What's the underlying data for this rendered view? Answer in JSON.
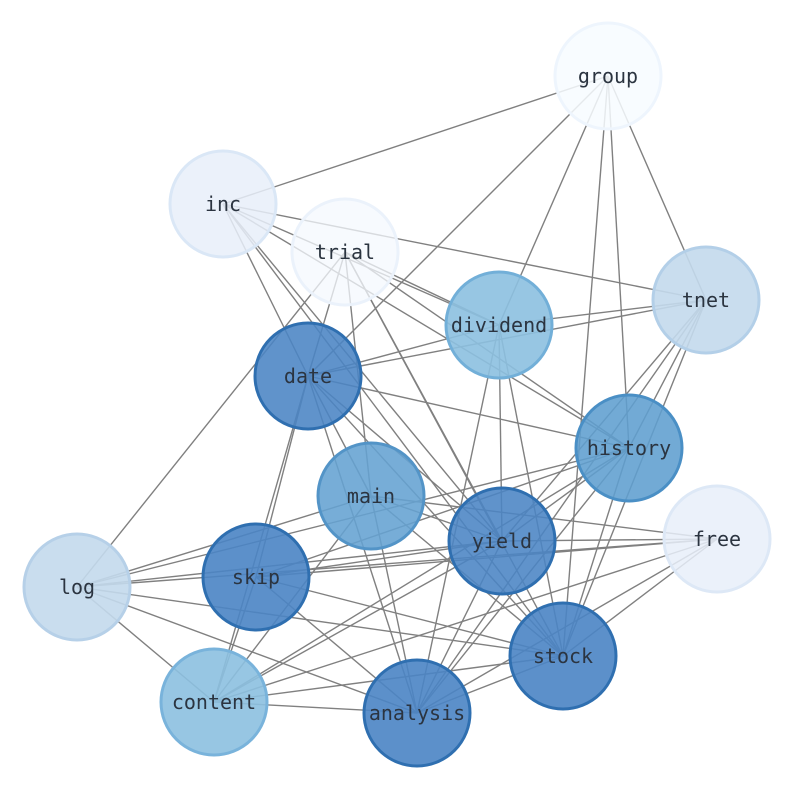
{
  "graph": {
    "nodes": [
      {
        "id": "group",
        "label": "group",
        "color": "#f7fbff",
        "stroke": "#eef5fd",
        "opacity": 0.85
      },
      {
        "id": "inc",
        "label": "inc",
        "color": "#e7eff9",
        "stroke": "#dae7f6",
        "opacity": 0.85
      },
      {
        "id": "trial",
        "label": "trial",
        "color": "#f4f8fd",
        "stroke": "#ebf2fb",
        "opacity": 0.75
      },
      {
        "id": "tnet",
        "label": "tnet",
        "color": "#c3d9ec",
        "stroke": "#b3cfe8",
        "opacity": 0.9
      },
      {
        "id": "dividend",
        "label": "dividend",
        "color": "#8cc0e0",
        "stroke": "#72afd8",
        "opacity": 0.9
      },
      {
        "id": "date",
        "label": "date",
        "color": "#4a84c4",
        "stroke": "#2f6fb0",
        "opacity": 0.88
      },
      {
        "id": "history",
        "label": "history",
        "color": "#5f9ecf",
        "stroke": "#4a8fc5",
        "opacity": 0.88
      },
      {
        "id": "main",
        "label": "main",
        "color": "#64a2d1",
        "stroke": "#5394c7",
        "opacity": 0.88
      },
      {
        "id": "free",
        "label": "free",
        "color": "#e7eff9",
        "stroke": "#dde8f6",
        "opacity": 0.85
      },
      {
        "id": "yield",
        "label": "yield",
        "color": "#4a84c4",
        "stroke": "#2f6fb0",
        "opacity": 0.88
      },
      {
        "id": "log",
        "label": "log",
        "color": "#c3d9ec",
        "stroke": "#b6d0e8",
        "opacity": 0.9
      },
      {
        "id": "skip",
        "label": "skip",
        "color": "#4a84c4",
        "stroke": "#2f6fb0",
        "opacity": 0.9
      },
      {
        "id": "stock",
        "label": "stock",
        "color": "#4a84c4",
        "stroke": "#2f6fb0",
        "opacity": 0.9
      },
      {
        "id": "content",
        "label": "content",
        "color": "#8cc0e0",
        "stroke": "#79b3db",
        "opacity": 0.9
      },
      {
        "id": "analysis",
        "label": "analysis",
        "color": "#4a84c4",
        "stroke": "#2f6fb0",
        "opacity": 0.9
      }
    ],
    "edges": [
      [
        "group",
        "inc"
      ],
      [
        "group",
        "date"
      ],
      [
        "group",
        "dividend"
      ],
      [
        "group",
        "history"
      ],
      [
        "group",
        "tnet"
      ],
      [
        "group",
        "stock"
      ],
      [
        "inc",
        "tnet"
      ],
      [
        "inc",
        "dividend"
      ],
      [
        "inc",
        "date"
      ],
      [
        "inc",
        "history"
      ],
      [
        "inc",
        "yield"
      ],
      [
        "inc",
        "stock"
      ],
      [
        "trial",
        "dividend"
      ],
      [
        "trial",
        "date"
      ],
      [
        "trial",
        "history"
      ],
      [
        "trial",
        "main"
      ],
      [
        "trial",
        "log"
      ],
      [
        "trial",
        "yield"
      ],
      [
        "trial",
        "stock"
      ],
      [
        "tnet",
        "dividend"
      ],
      [
        "tnet",
        "date"
      ],
      [
        "tnet",
        "history"
      ],
      [
        "tnet",
        "yield"
      ],
      [
        "tnet",
        "stock"
      ],
      [
        "tnet",
        "analysis"
      ],
      [
        "dividend",
        "date"
      ],
      [
        "dividend",
        "yield"
      ],
      [
        "dividend",
        "stock"
      ],
      [
        "dividend",
        "analysis"
      ],
      [
        "date",
        "history"
      ],
      [
        "date",
        "yield"
      ],
      [
        "date",
        "stock"
      ],
      [
        "date",
        "skip"
      ],
      [
        "date",
        "content"
      ],
      [
        "date",
        "analysis"
      ],
      [
        "date",
        "main"
      ],
      [
        "history",
        "yield"
      ],
      [
        "history",
        "log"
      ],
      [
        "history",
        "skip"
      ],
      [
        "history",
        "stock"
      ],
      [
        "history",
        "content"
      ],
      [
        "history",
        "analysis"
      ],
      [
        "main",
        "log"
      ],
      [
        "main",
        "yield"
      ],
      [
        "main",
        "free"
      ],
      [
        "main",
        "stock"
      ],
      [
        "main",
        "analysis"
      ],
      [
        "main",
        "content"
      ],
      [
        "free",
        "skip"
      ],
      [
        "free",
        "log"
      ],
      [
        "free",
        "yield"
      ],
      [
        "free",
        "content"
      ],
      [
        "free",
        "analysis"
      ],
      [
        "free",
        "stock"
      ],
      [
        "yield",
        "log"
      ],
      [
        "yield",
        "skip"
      ],
      [
        "yield",
        "analysis"
      ],
      [
        "yield",
        "content"
      ],
      [
        "log",
        "stock"
      ],
      [
        "log",
        "content"
      ],
      [
        "log",
        "analysis"
      ],
      [
        "skip",
        "analysis"
      ],
      [
        "skip",
        "stock"
      ],
      [
        "skip",
        "content"
      ],
      [
        "stock",
        "analysis"
      ],
      [
        "stock",
        "content"
      ],
      [
        "content",
        "analysis"
      ]
    ]
  }
}
